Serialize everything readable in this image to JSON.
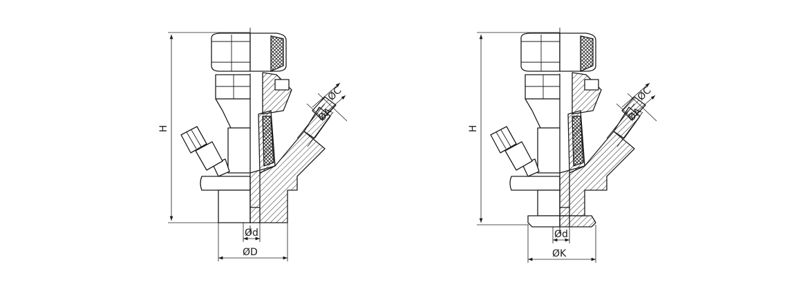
{
  "views": [
    {
      "id": "left",
      "labels": {
        "H": "H",
        "C": "ØC",
        "A": "ØA",
        "d": "Ød",
        "D": "ØD"
      }
    },
    {
      "id": "right",
      "labels": {
        "H": "H",
        "C": "ØC",
        "A": "ØA",
        "d": "Ød",
        "K": "ØK"
      }
    }
  ]
}
